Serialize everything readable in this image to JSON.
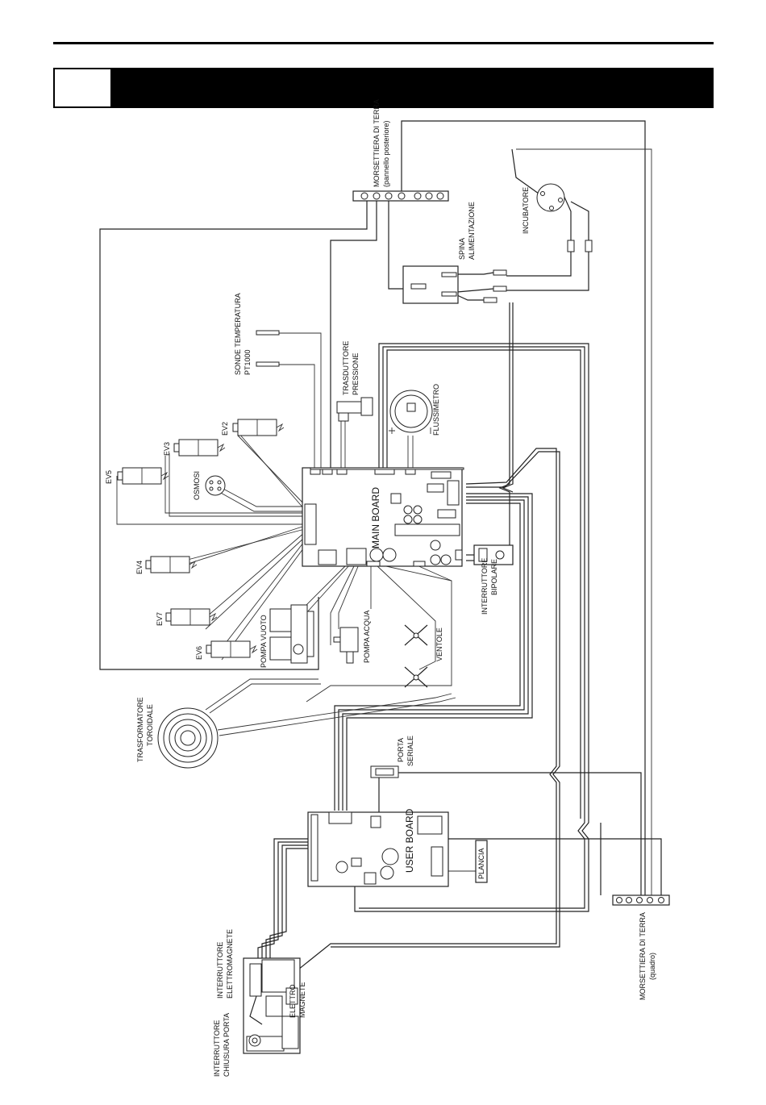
{
  "header": {
    "section_number": "",
    "section_title": ""
  },
  "labels": {
    "morsettiera_top": "MORSETTIERA DI TERRA",
    "morsettiera_top_sub": "(pannello posteriore)",
    "spina": "SPINA",
    "spina_sub": "ALIMENTAZIONE",
    "incubatore": "INCUBATORE",
    "sonde": "SONDE TEMPERATURA",
    "sonde_sub": "PT1000",
    "trasduttore": "TRASDUTTORE",
    "trasduttore_sub": "PRESSIONE",
    "flussimetro": "FLUSSIMETRO",
    "ev2": "EV2",
    "ev3": "EV3",
    "ev5": "EV5",
    "ev4": "EV4",
    "ev7": "EV7",
    "ev6": "EV6",
    "osmosi": "OSMOSI",
    "main_board": "MAIN BOARD",
    "interruttore_bipolare": "INTERRUTTORE",
    "interruttore_bipolare_sub": "BIPOLARE",
    "pompa_vuoto": "POMPA VUOTO",
    "pompa_acqua": "POMPA ACQUA",
    "ventole": "VENTOLE",
    "trasformatore": "TRASFORMATORE",
    "trasformatore_sub": "TOROIDALE",
    "porta_seriale": "PORTA",
    "porta_seriale_sub": "SERIALE",
    "user_board": "USER BOARD",
    "plancia": "PLANCIA",
    "morsettiera_bottom": "MORSETTIERA DI TERRA",
    "morsettiera_bottom_sub": "(quadro)",
    "int_elettromagnete": "INTERRUTTORE",
    "int_elettromagnete_sub": "ELETTROMAGNETE",
    "elettro_magnete": "ELETTRO",
    "elettro_magnete_sub": "MAGNETE",
    "int_chiusura": "INTERRUTTORE",
    "int_chiusura_sub": "CHIUSURA PORTA"
  }
}
